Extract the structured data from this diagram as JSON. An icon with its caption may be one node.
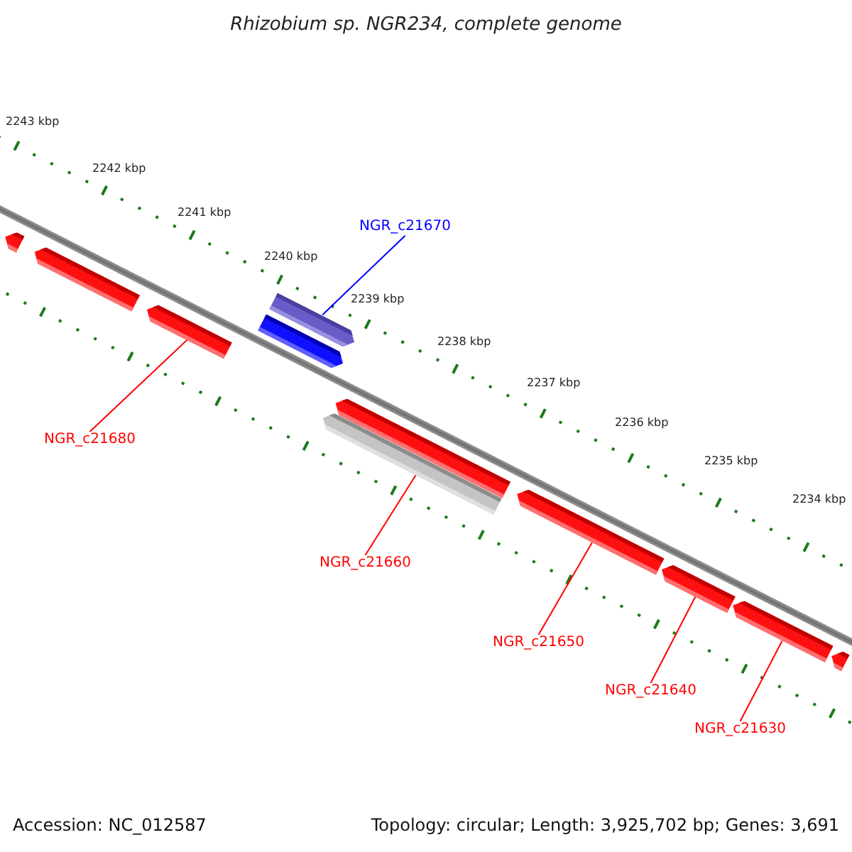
{
  "diagram": {
    "title": "Rhizobium sp. NGR234, complete genome",
    "nodes": [
      {
        "text": [
          "NGR_c21670"
        ]
      },
      {
        "text": [
          "NGR_c21680"
        ]
      },
      {
        "text": [
          "NGR_c21660"
        ]
      },
      {
        "text": [
          "NGR_c21650"
        ]
      },
      {
        "text": [
          "NGR_c21640"
        ]
      },
      {
        "text": [
          "NGR_c21630"
        ]
      },
      {
        "text": [],
        "shape": "bar"
      },
      {
        "text": [],
        "shape": "bar"
      },
      {
        "text": [],
        "shape": "bar"
      },
      {
        "text": [],
        "shape": "bar"
      },
      {
        "text": [],
        "shape": "bar"
      },
      {
        "text": [],
        "shape": "bar"
      },
      {
        "text": [],
        "shape": "bar"
      },
      {
        "text": [],
        "shape": "bar"
      },
      {
        "text": [],
        "shape": "bar"
      },
      {
        "text": [],
        "shape": "bar"
      },
      {
        "text": [],
        "shape": "bar"
      }
    ],
    "edges": [
      {
        "from": 0,
        "to": 9,
        "arrow": "none",
        "color": "#0000ff"
      },
      {
        "from": 1,
        "to": 8,
        "arrow": "none"
      },
      {
        "from": 2,
        "to": 12,
        "arrow": "none"
      },
      {
        "from": 3,
        "to": 13,
        "arrow": "none"
      },
      {
        "from": 4,
        "to": 14,
        "arrow": "none"
      },
      {
        "from": 5,
        "to": 15,
        "arrow": "none"
      }
    ],
    "labels": [
      "2243 kbp",
      "2242 kbp",
      "2241 kbp",
      "2240 kbp",
      "2239 kbp",
      "2238 kbp",
      "2237 kbp",
      "2236 kbp",
      "2235 kbp",
      "2234 kbp",
      "Accession: NC_012587",
      "Topology: circular; Length: 3,925,702 bp; Genes: 3,691"
    ]
  }
}
